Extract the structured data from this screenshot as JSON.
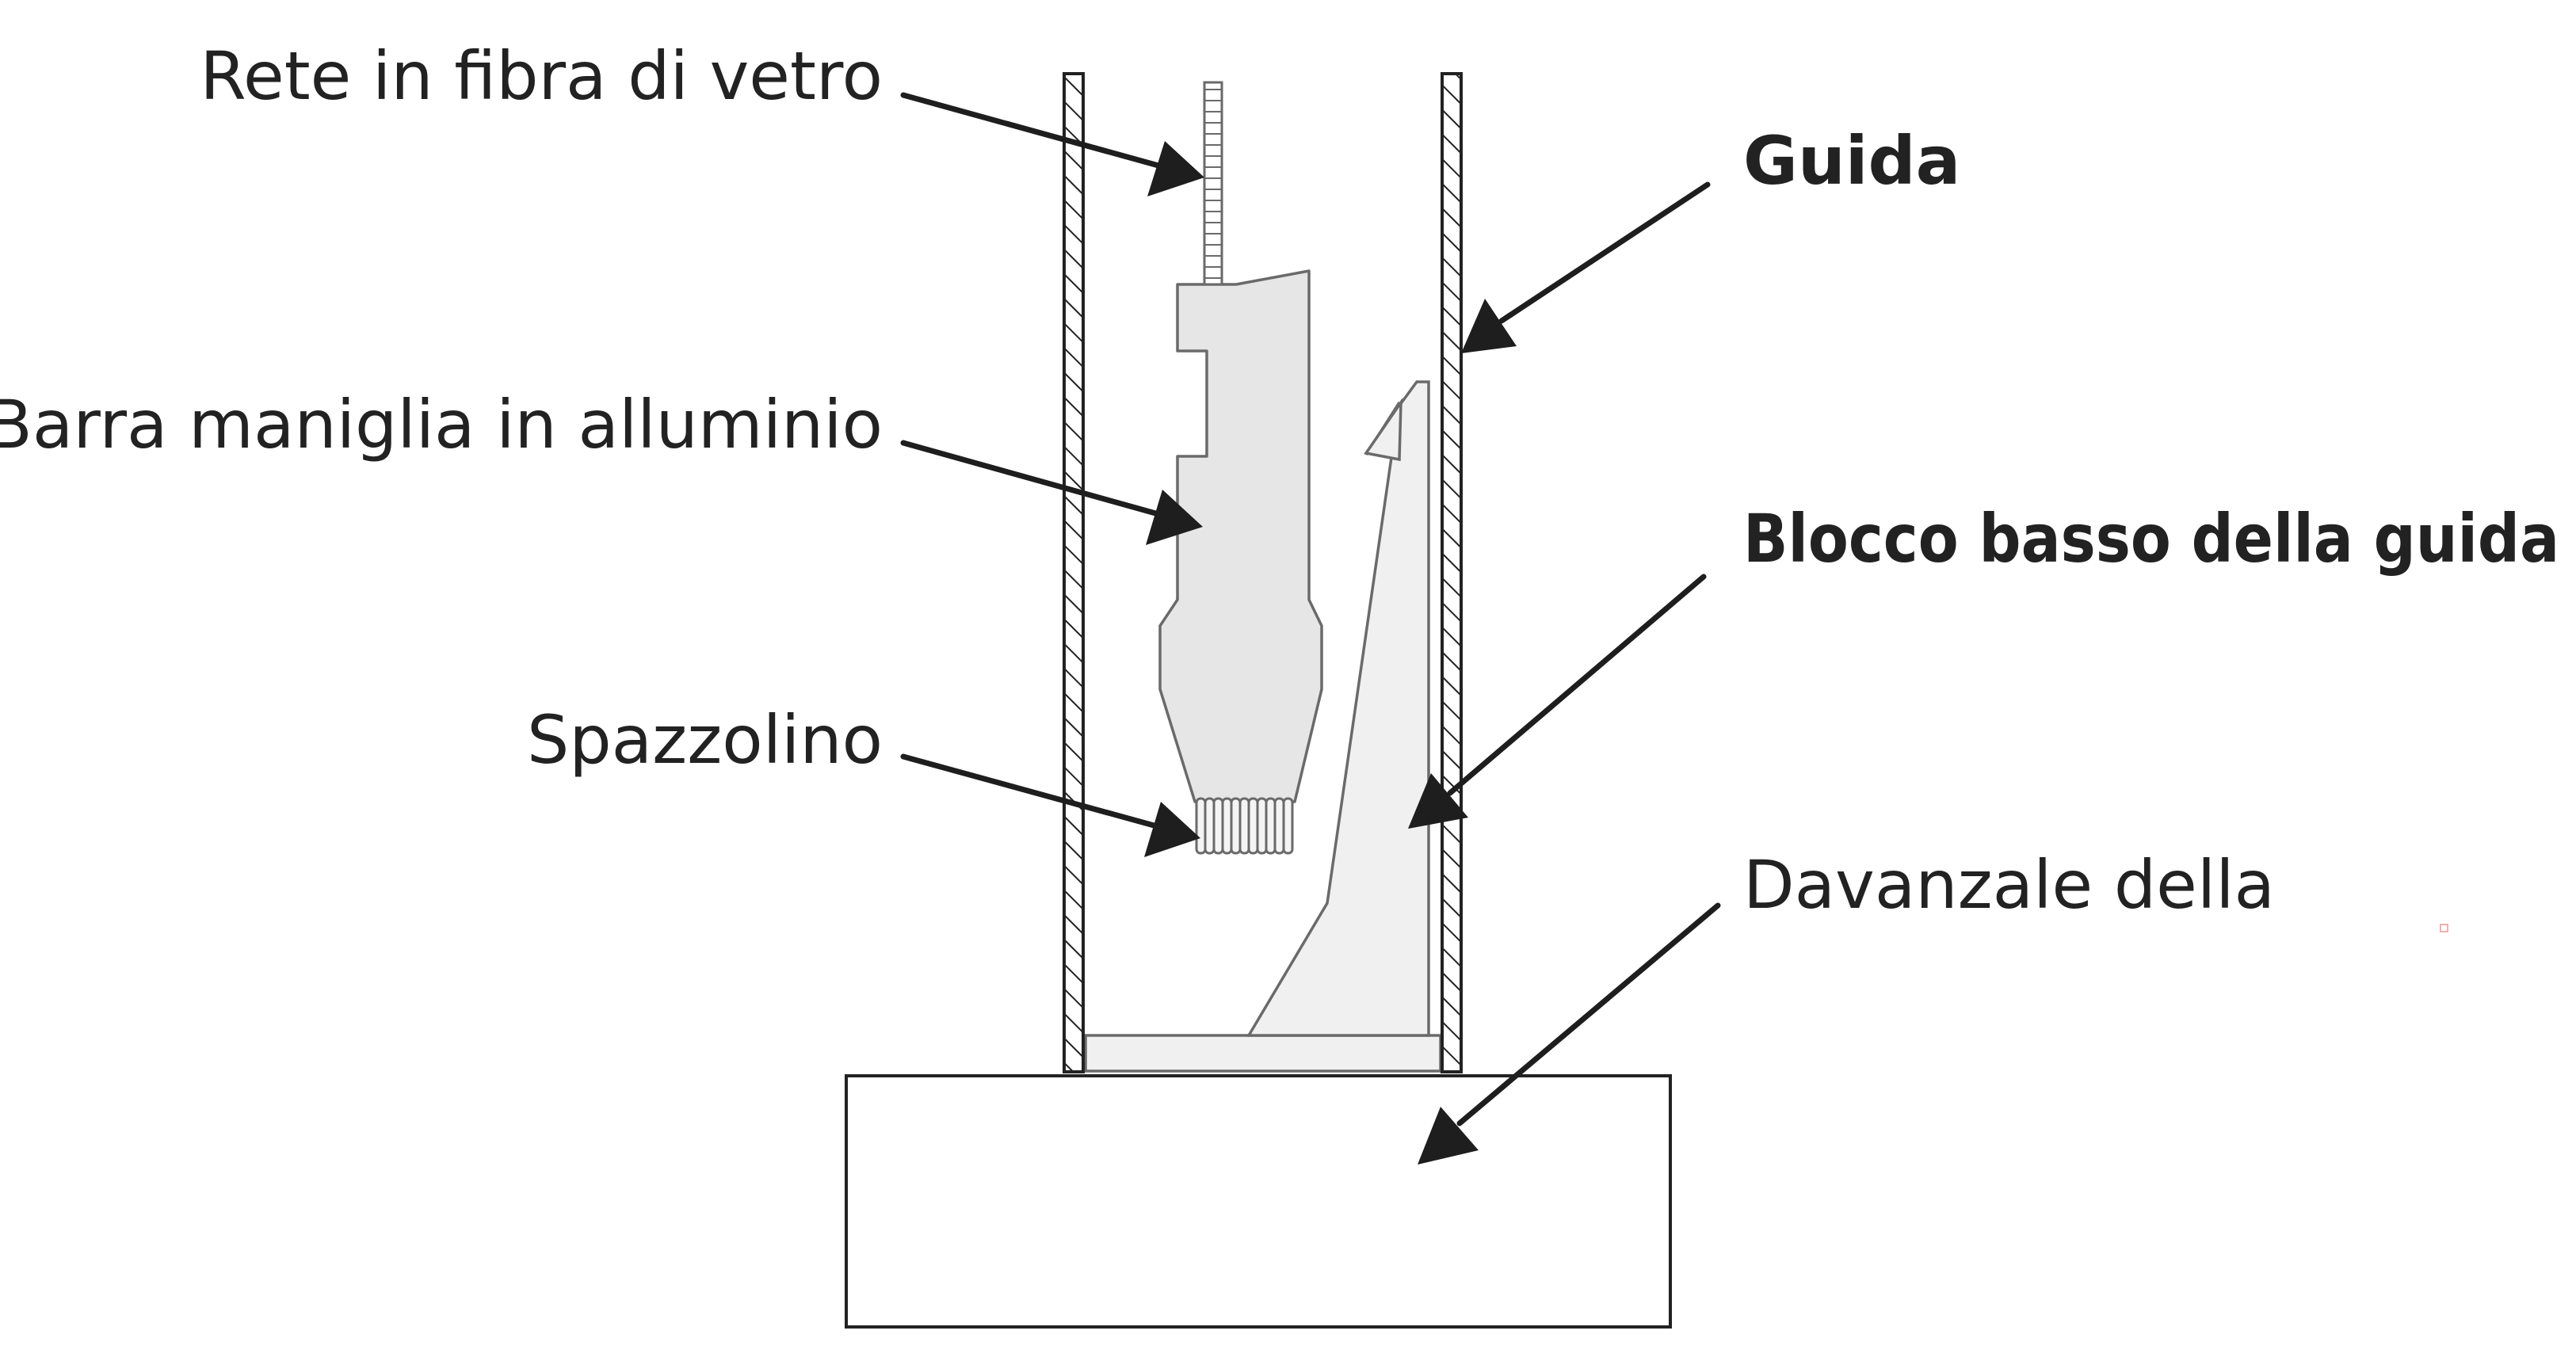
{
  "labels": {
    "mesh": "Rete in fibra di vetro",
    "handle_bar": "Barra maniglia in alluminio",
    "brush": "Spazzolino",
    "guide": "Guida",
    "guide_block": "Blocco basso della guida",
    "sill": "Davanzale della"
  },
  "icons": {
    "leader_arrow": "arrow-icon"
  }
}
